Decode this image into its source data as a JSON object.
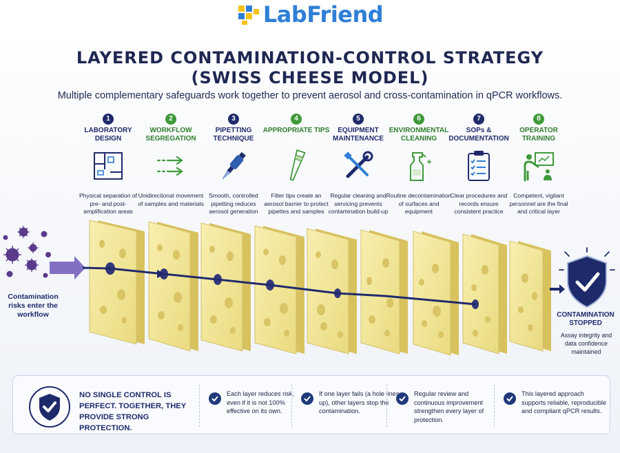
{
  "logo": {
    "text": "LabFriend",
    "part_lab": "Lab",
    "part_friend": "Friend",
    "colors": {
      "blue": "#2f7fd6",
      "yellow": "#f4c21a"
    }
  },
  "title_line1": "LAYERED CONTAMINATION-CONTROL STRATEGY",
  "title_line2": "(SWISS CHEESE MODEL)",
  "subtitle": "Multiple complementary safeguards work together to prevent aerosol and cross-contamination in qPCR workflows.",
  "layers": [
    {
      "number": "1",
      "title": "LABORATORY DESIGN",
      "description": "Physical separation of pre- and post-amplification areas",
      "icon": "floorplan-icon",
      "color": "#1f2a6b"
    },
    {
      "number": "2",
      "title": "WORKFLOW SEGREGATION",
      "description": "Unidirectional movement of samples and materials",
      "icon": "arrows-icon",
      "color": "#3f9a3a"
    },
    {
      "number": "3",
      "title": "PIPETTING TECHNIQUE",
      "description": "Smooth, controlled pipetting reduces aerosol generation",
      "icon": "pipette-icon",
      "color": "#1f2a6b"
    },
    {
      "number": "4",
      "title": "APPROPRIATE TIPS",
      "description": "Filter tips create an aerosol barrier to protect pipettes and samples",
      "icon": "filter-tip-icon",
      "color": "#3f9a3a"
    },
    {
      "number": "5",
      "title": "EQUIPMENT MAINTENANCE",
      "description": "Regular cleaning and servicing prevents contamination build-up",
      "icon": "tools-icon",
      "color": "#1f2a6b"
    },
    {
      "number": "6",
      "title": "ENVIRONMENTAL CLEANING",
      "description": "Routine decontamination of surfaces and equipment",
      "icon": "spray-bottle-icon",
      "color": "#3f9a3a"
    },
    {
      "number": "7",
      "title": "SOPs & DOCUMENTATION",
      "description": "Clear procedures and records ensure consistent practice",
      "icon": "clipboard-icon",
      "color": "#1f2a6b"
    },
    {
      "number": "8",
      "title": "OPERATOR TRAINING",
      "description": "Competent, vigilant personnel are the final and critical layer",
      "icon": "trainer-icon",
      "color": "#3f9a3a"
    }
  ],
  "left_label": "Contamination risks enter the workflow",
  "stop": {
    "title": "CONTAMINATION STOPPED",
    "description": "Assay integrity and data confidence maintained",
    "icon": "shield-check-icon"
  },
  "bottom": {
    "headline": "NO SINGLE CONTROL IS PERFECT. TOGETHER, THEY PROVIDE STRONG PROTECTION.",
    "points": [
      "Each layer reduces risk, even if it is not 100% effective on its own.",
      "If one layer fails (a hole lines up), other layers stop the contamination.",
      "Regular review and continuous improvement strengthen every layer of protection.",
      "This layered approach supports reliable, reproducible and compliant qPCR results."
    ]
  },
  "colors": {
    "navy": "#1f2a6b",
    "green": "#3f9a3a",
    "cheese": "#f2e79a",
    "virus": "#5b3a8c"
  }
}
